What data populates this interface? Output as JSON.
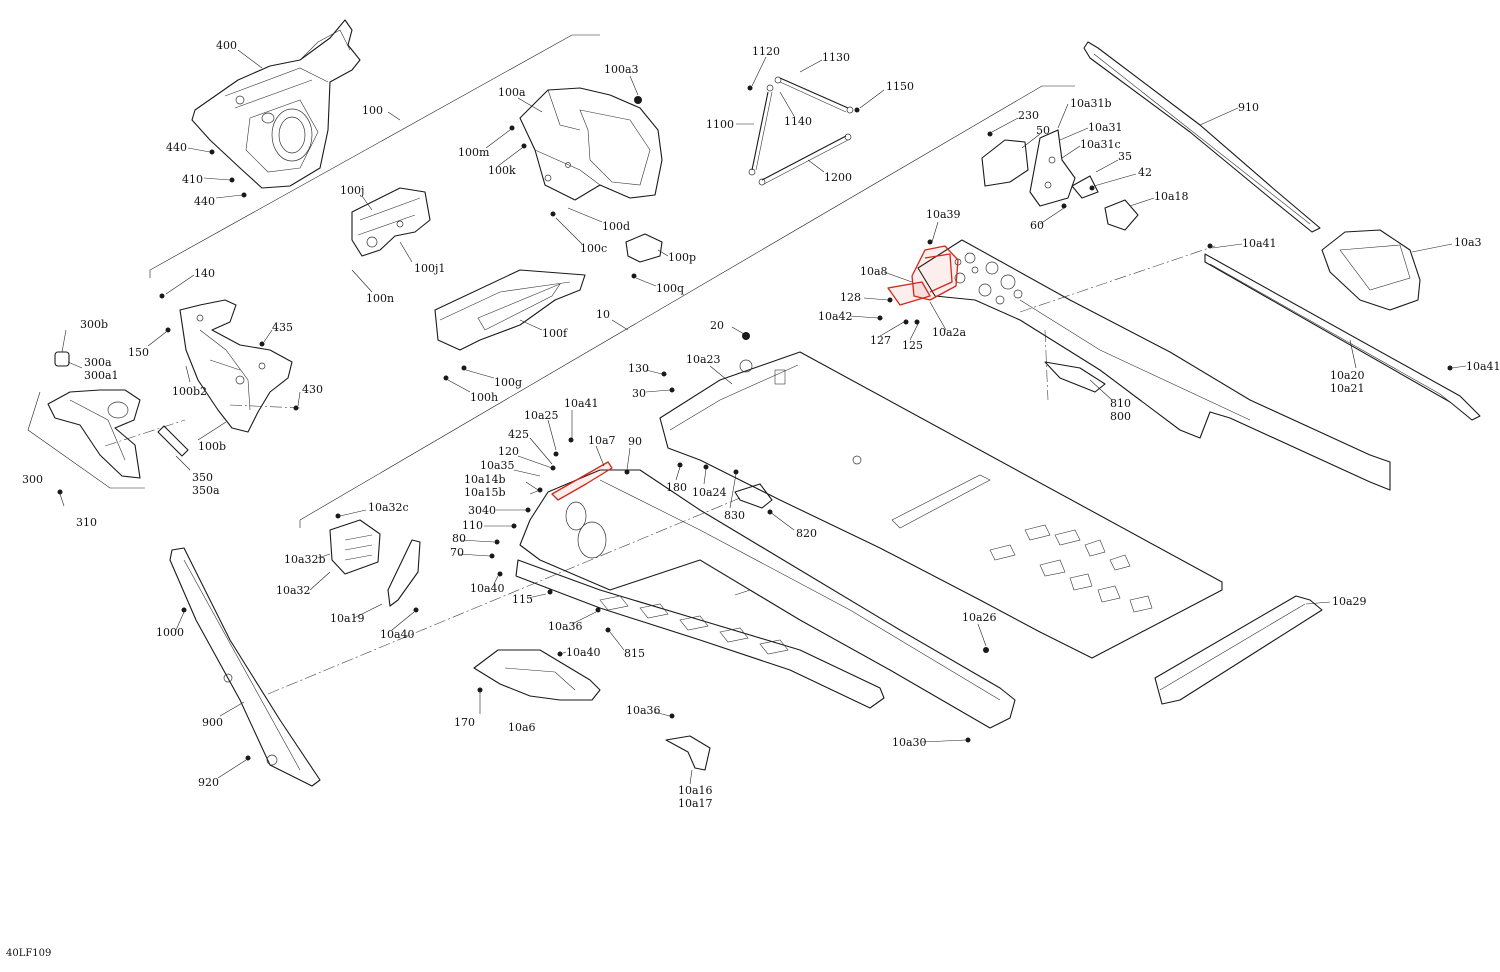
{
  "highlight_color": "#d2281a",
  "reference_code": "40LF109",
  "callouts": [
    {
      "id": "c-400",
      "text": "400"
    },
    {
      "id": "c-100",
      "text": "100"
    },
    {
      "id": "c-440a",
      "text": "440"
    },
    {
      "id": "c-410",
      "text": "410"
    },
    {
      "id": "c-440b",
      "text": "440"
    },
    {
      "id": "c-100j",
      "text": "100j"
    },
    {
      "id": "c-100j1",
      "text": "100j1"
    },
    {
      "id": "c-100n",
      "text": "100n"
    },
    {
      "id": "c-100a3",
      "text": "100a3"
    },
    {
      "id": "c-100a",
      "text": "100a"
    },
    {
      "id": "c-100m",
      "text": "100m"
    },
    {
      "id": "c-100k",
      "text": "100k"
    },
    {
      "id": "c-100d",
      "text": "100d"
    },
    {
      "id": "c-100c",
      "text": "100c"
    },
    {
      "id": "c-100p",
      "text": "100p"
    },
    {
      "id": "c-100q",
      "text": "100q"
    },
    {
      "id": "c-100f",
      "text": "100f"
    },
    {
      "id": "c-100g",
      "text": "100g"
    },
    {
      "id": "c-100h",
      "text": "100h"
    },
    {
      "id": "c-10",
      "text": "10"
    },
    {
      "id": "c-1120",
      "text": "1120"
    },
    {
      "id": "c-1130",
      "text": "1130"
    },
    {
      "id": "c-1150",
      "text": "1150"
    },
    {
      "id": "c-1100",
      "text": "1100"
    },
    {
      "id": "c-1140",
      "text": "1140"
    },
    {
      "id": "c-1200",
      "text": "1200"
    },
    {
      "id": "c-140",
      "text": "140"
    },
    {
      "id": "c-150",
      "text": "150"
    },
    {
      "id": "c-435",
      "text": "435"
    },
    {
      "id": "c-100b2",
      "text": "100b2"
    },
    {
      "id": "c-430",
      "text": "430"
    },
    {
      "id": "c-100b",
      "text": "100b"
    },
    {
      "id": "c-300b",
      "text": "300b"
    },
    {
      "id": "c-300a",
      "text": "300a"
    },
    {
      "id": "c-300a1",
      "text": "300a1"
    },
    {
      "id": "c-300",
      "text": "300"
    },
    {
      "id": "c-310",
      "text": "310"
    },
    {
      "id": "c-350",
      "text": "350"
    },
    {
      "id": "c-350a",
      "text": "350a"
    },
    {
      "id": "c-230",
      "text": "230"
    },
    {
      "id": "c-10a31b",
      "text": "10a31b"
    },
    {
      "id": "c-50",
      "text": "50"
    },
    {
      "id": "c-10a31",
      "text": "10a31"
    },
    {
      "id": "c-10a31c",
      "text": "10a31c"
    },
    {
      "id": "c-35",
      "text": "35"
    },
    {
      "id": "c-42",
      "text": "42"
    },
    {
      "id": "c-10a18",
      "text": "10a18"
    },
    {
      "id": "c-60",
      "text": "60"
    },
    {
      "id": "c-910",
      "text": "910"
    },
    {
      "id": "c-10a39",
      "text": "10a39"
    },
    {
      "id": "c-10a8",
      "text": "10a8"
    },
    {
      "id": "c-128",
      "text": "128"
    },
    {
      "id": "c-10a42",
      "text": "10a42"
    },
    {
      "id": "c-127",
      "text": "127"
    },
    {
      "id": "c-125",
      "text": "125"
    },
    {
      "id": "c-10a2a",
      "text": "10a2a"
    },
    {
      "id": "c-10a41a",
      "text": "10a41"
    },
    {
      "id": "c-10a3",
      "text": "10a3"
    },
    {
      "id": "c-10a41b",
      "text": "10a41"
    },
    {
      "id": "c-10a20",
      "text": "10a20"
    },
    {
      "id": "c-10a21",
      "text": "10a21"
    },
    {
      "id": "c-810",
      "text": "810"
    },
    {
      "id": "c-800",
      "text": "800"
    },
    {
      "id": "c-20",
      "text": "20"
    },
    {
      "id": "c-10a23",
      "text": "10a23"
    },
    {
      "id": "c-130",
      "text": "130"
    },
    {
      "id": "c-30",
      "text": "30"
    },
    {
      "id": "c-10a25",
      "text": "10a25"
    },
    {
      "id": "c-10a41c",
      "text": "10a41"
    },
    {
      "id": "c-425",
      "text": "425"
    },
    {
      "id": "c-10a7",
      "text": "10a7"
    },
    {
      "id": "c-90",
      "text": "90"
    },
    {
      "id": "c-120",
      "text": "120"
    },
    {
      "id": "c-10a35",
      "text": "10a35"
    },
    {
      "id": "c-10a14b",
      "text": "10a14b"
    },
    {
      "id": "c-10a15b",
      "text": "10a15b"
    },
    {
      "id": "c-180",
      "text": "180"
    },
    {
      "id": "c-10a24",
      "text": "10a24"
    },
    {
      "id": "c-3040",
      "text": "3040"
    },
    {
      "id": "c-830",
      "text": "830"
    },
    {
      "id": "c-110",
      "text": "110"
    },
    {
      "id": "c-820",
      "text": "820"
    },
    {
      "id": "c-80",
      "text": "80"
    },
    {
      "id": "c-70",
      "text": "70"
    },
    {
      "id": "c-10a40a",
      "text": "10a40"
    },
    {
      "id": "c-10a32c",
      "text": "10a32c"
    },
    {
      "id": "c-10a32b",
      "text": "10a32b"
    },
    {
      "id": "c-10a32",
      "text": "10a32"
    },
    {
      "id": "c-10a19",
      "text": "10a19"
    },
    {
      "id": "c-10a40b",
      "text": "10a40"
    },
    {
      "id": "c-115",
      "text": "115"
    },
    {
      "id": "c-10a36a",
      "text": "10a36"
    },
    {
      "id": "c-815",
      "text": "815"
    },
    {
      "id": "c-10a40c",
      "text": "10a40"
    },
    {
      "id": "c-170",
      "text": "170"
    },
    {
      "id": "c-10a6",
      "text": "10a6"
    },
    {
      "id": "c-1000",
      "text": "1000"
    },
    {
      "id": "c-900",
      "text": "900"
    },
    {
      "id": "c-920",
      "text": "920"
    },
    {
      "id": "c-10a26",
      "text": "10a26"
    },
    {
      "id": "c-10a29",
      "text": "10a29"
    },
    {
      "id": "c-10a30",
      "text": "10a30"
    },
    {
      "id": "c-10a36b",
      "text": "10a36"
    },
    {
      "id": "c-10a16",
      "text": "10a16"
    },
    {
      "id": "c-10a17",
      "text": "10a17"
    }
  ]
}
